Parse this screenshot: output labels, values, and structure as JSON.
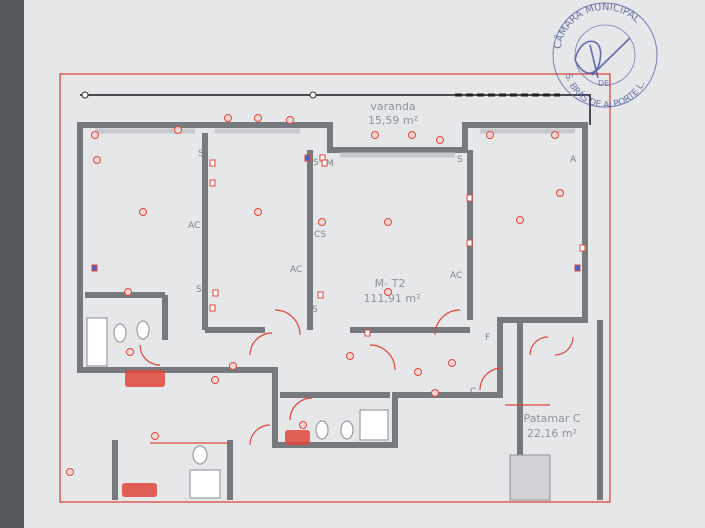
{
  "plan": {
    "balcony": {
      "name": "varanda",
      "area": "15,59 m²"
    },
    "apartment": {
      "name": "M- T2",
      "area": "111,91 m²"
    },
    "landing": {
      "name": "Patamar C",
      "area": "22,16 m²"
    },
    "room_tags": [
      "AC",
      "CS",
      "AC",
      "AC",
      "S",
      "S",
      "M",
      "S",
      "S",
      "S",
      "A",
      "F",
      "C"
    ]
  },
  "stamp": {
    "top_text": "CÂMARA MUNICIPAL",
    "middle_text": "DE",
    "bottom_text": "S. BRÁS DE ALPORTE L."
  },
  "colors": {
    "wall": "#6e7176",
    "red_markup": "#e0473c",
    "paper": "#e9eaec",
    "stamp_ink": "#4a5a9a"
  }
}
